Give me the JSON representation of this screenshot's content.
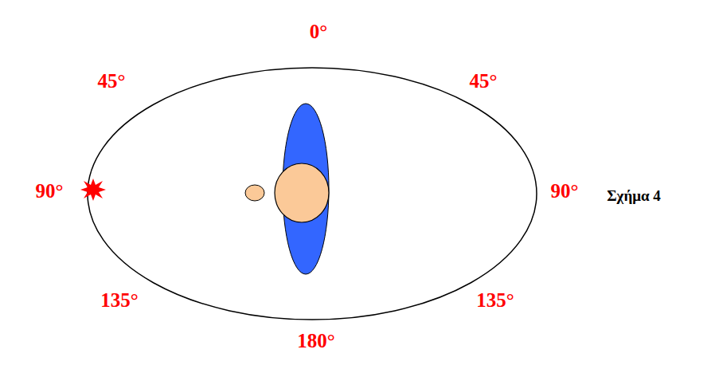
{
  "diagram": {
    "labels": [
      "0°",
      "45°",
      "45°",
      "90°",
      "90°",
      "135°",
      "135°",
      "180°",
      "Σχήμα 4"
    ]
  }
}
